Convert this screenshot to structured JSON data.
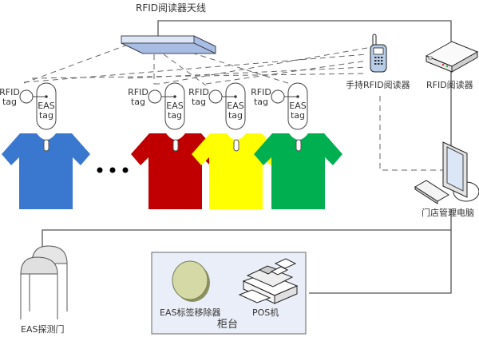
{
  "labels": {
    "antenna": "RFID阅读器天线",
    "handheld_reader": "手持RFID阅读器",
    "fixed_reader": "RFID阅读器",
    "store_pc": "门店管理电脑",
    "eas_gate": "EAS探测门",
    "eas_remover": "EAS标签移除器",
    "pos": "POS机",
    "counter": "柜台",
    "rfid_tag": [
      "RFID",
      "tag"
    ],
    "eas_tag": [
      "EAS",
      "tag"
    ],
    "ellipsis": "• • •"
  },
  "garments": [
    {
      "name": "blue-tshirt",
      "color": "#3a78cf"
    },
    {
      "name": "red-tshirt",
      "color": "#c00000"
    },
    {
      "name": "yellow-tshirt",
      "color": "#ffff00"
    },
    {
      "name": "green-tshirt",
      "color": "#00b050"
    }
  ],
  "colors": {
    "line": "#555555",
    "antenna_top": "#dce6f4",
    "antenna_side": "#a7bde3",
    "counter_bg": "#e9eef8",
    "remover": "#d4d9a6"
  }
}
